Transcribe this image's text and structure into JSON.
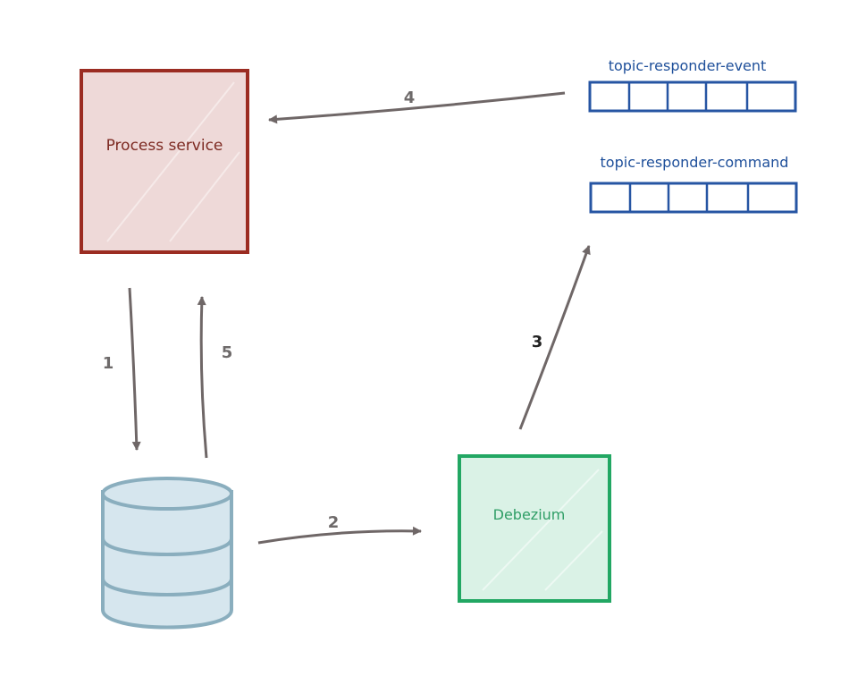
{
  "nodes": {
    "process_service": {
      "label": "Process service",
      "color": "#9b2c22",
      "fill": "#eed9d8"
    },
    "database": {
      "label": "",
      "color": "#8aaebe",
      "fill": "#d6e6ee"
    },
    "debezium": {
      "label": "Debezium",
      "color": "#22a763",
      "fill": "#daf2e6"
    }
  },
  "topics": [
    {
      "name": "topic-responder-event",
      "slots": 5,
      "color": "#2655a3"
    },
    {
      "name": "topic-responder-command",
      "slots": 5,
      "color": "#2655a3"
    }
  ],
  "edges": [
    {
      "step": "1",
      "from": "process_service",
      "to": "database",
      "color": "#6f6767"
    },
    {
      "step": "2",
      "from": "database",
      "to": "debezium",
      "color": "#6f6767"
    },
    {
      "step": "3",
      "from": "debezium",
      "to": "topic-responder-command",
      "color": "#6f6767"
    },
    {
      "step": "4",
      "from": "topic-responder-event",
      "to": "process_service",
      "color": "#6f6767"
    },
    {
      "step": "5",
      "from": "database",
      "to": "process_service",
      "color": "#6f6767"
    }
  ]
}
